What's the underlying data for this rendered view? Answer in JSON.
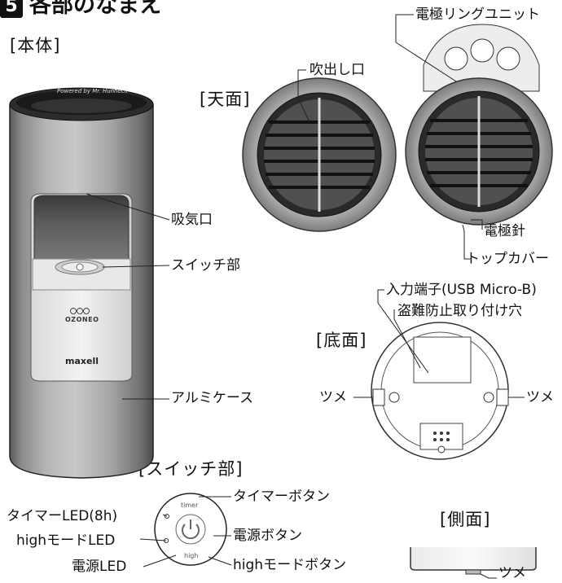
{
  "heading": {
    "number": "5",
    "title": "各部のなまえ"
  },
  "sections": {
    "main_body": "[本体]",
    "top_view": "[天面]",
    "bottom_view": "[底面]",
    "switch_section": "[スイッチ部]",
    "side_view": "[側面]"
  },
  "labels": {
    "intake": "吸気口",
    "switch_part": "スイッチ部",
    "aluminum_case": "アルミケース",
    "electrode_ring_unit": "電極リングユニット",
    "outlet": "吹出し口",
    "electrode_needle": "電極針",
    "top_cover": "トップカバー",
    "input_terminal": "入力端子(USB Micro-B)",
    "anti_theft_hole": "盗難防止取り付け穴",
    "claw_left": "ツメ",
    "claw_right": "ツメ",
    "claw_side": "ツメ",
    "timer_led": "タイマーLED(8h)",
    "high_mode_led": "highモードLED",
    "power_led": "電源LED",
    "timer_button": "タイマーボタン",
    "power_button": "電源ボタン",
    "high_mode_button": "highモードボタン"
  },
  "device_print": {
    "brand": "maxell",
    "product_logo": "OZONEO",
    "rim_text": "Powered by Mr. Hunnecli",
    "switch_timer": "timer",
    "switch_high": "high"
  },
  "icons": [
    "power-icon",
    "ozoneo-logo-icon"
  ]
}
